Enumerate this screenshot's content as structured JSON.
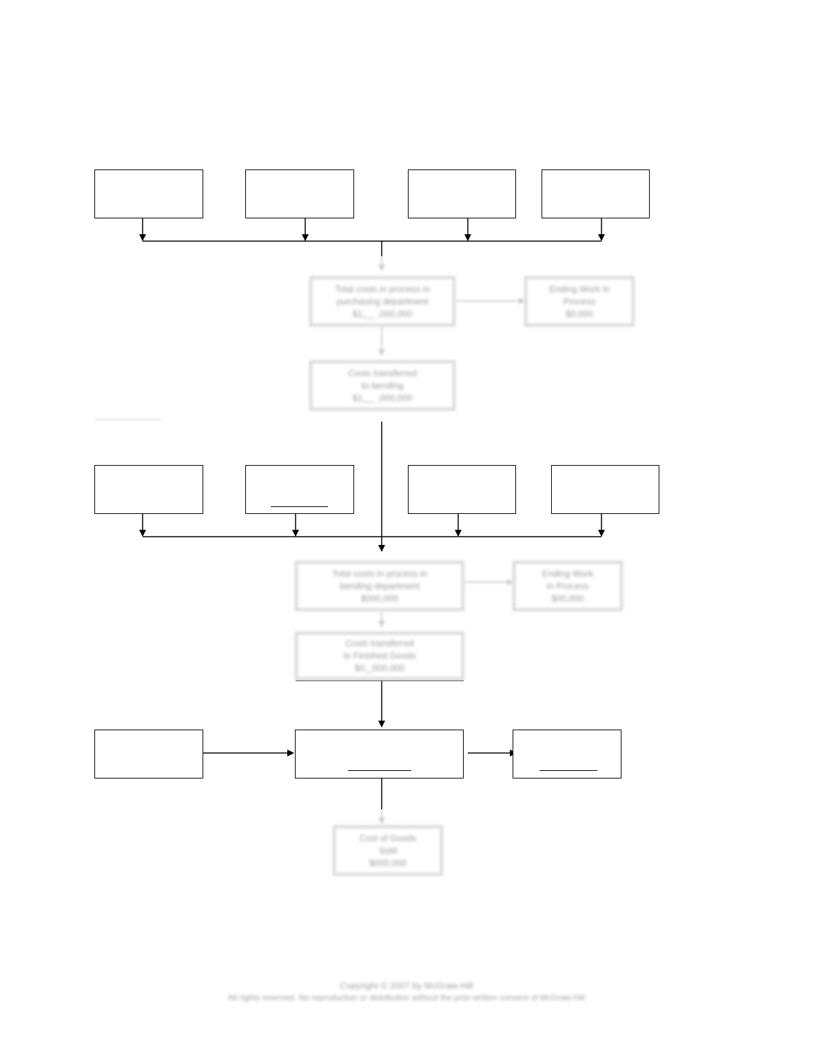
{
  "diagram": {
    "stage1": {
      "process_box": {
        "line1": "Total costs in process in",
        "line2": "purchasing department",
        "line3": "$1,__ ,000,000"
      },
      "ending_wip": {
        "line1": "Ending Work in",
        "line2": "Process",
        "line3": "$0,000"
      },
      "transferred": {
        "line1": "Costs transferred",
        "line2": "to bending",
        "line3": "$1,__ ,000,000"
      }
    },
    "stage2": {
      "process_box": {
        "line1": "Total costs in process in",
        "line2": "bending department",
        "line3": "$000,000"
      },
      "ending_wip": {
        "line1": "Ending Work",
        "line2": "in Process",
        "line3": "$00,000"
      },
      "transferred": {
        "line1": "Costs transferred",
        "line2": "to Finished Goods",
        "line3": "$0,_000,000"
      }
    },
    "stage3": {
      "cogs": {
        "line1": "Cost of Goods",
        "line2": "Sold",
        "line3": "$000,000"
      }
    }
  },
  "footer": {
    "line1": "Copyright © 2007 by McGraw-Hill",
    "line2": "All rights reserved. No reproduction or distribution without the prior written consent of McGraw-Hill"
  }
}
